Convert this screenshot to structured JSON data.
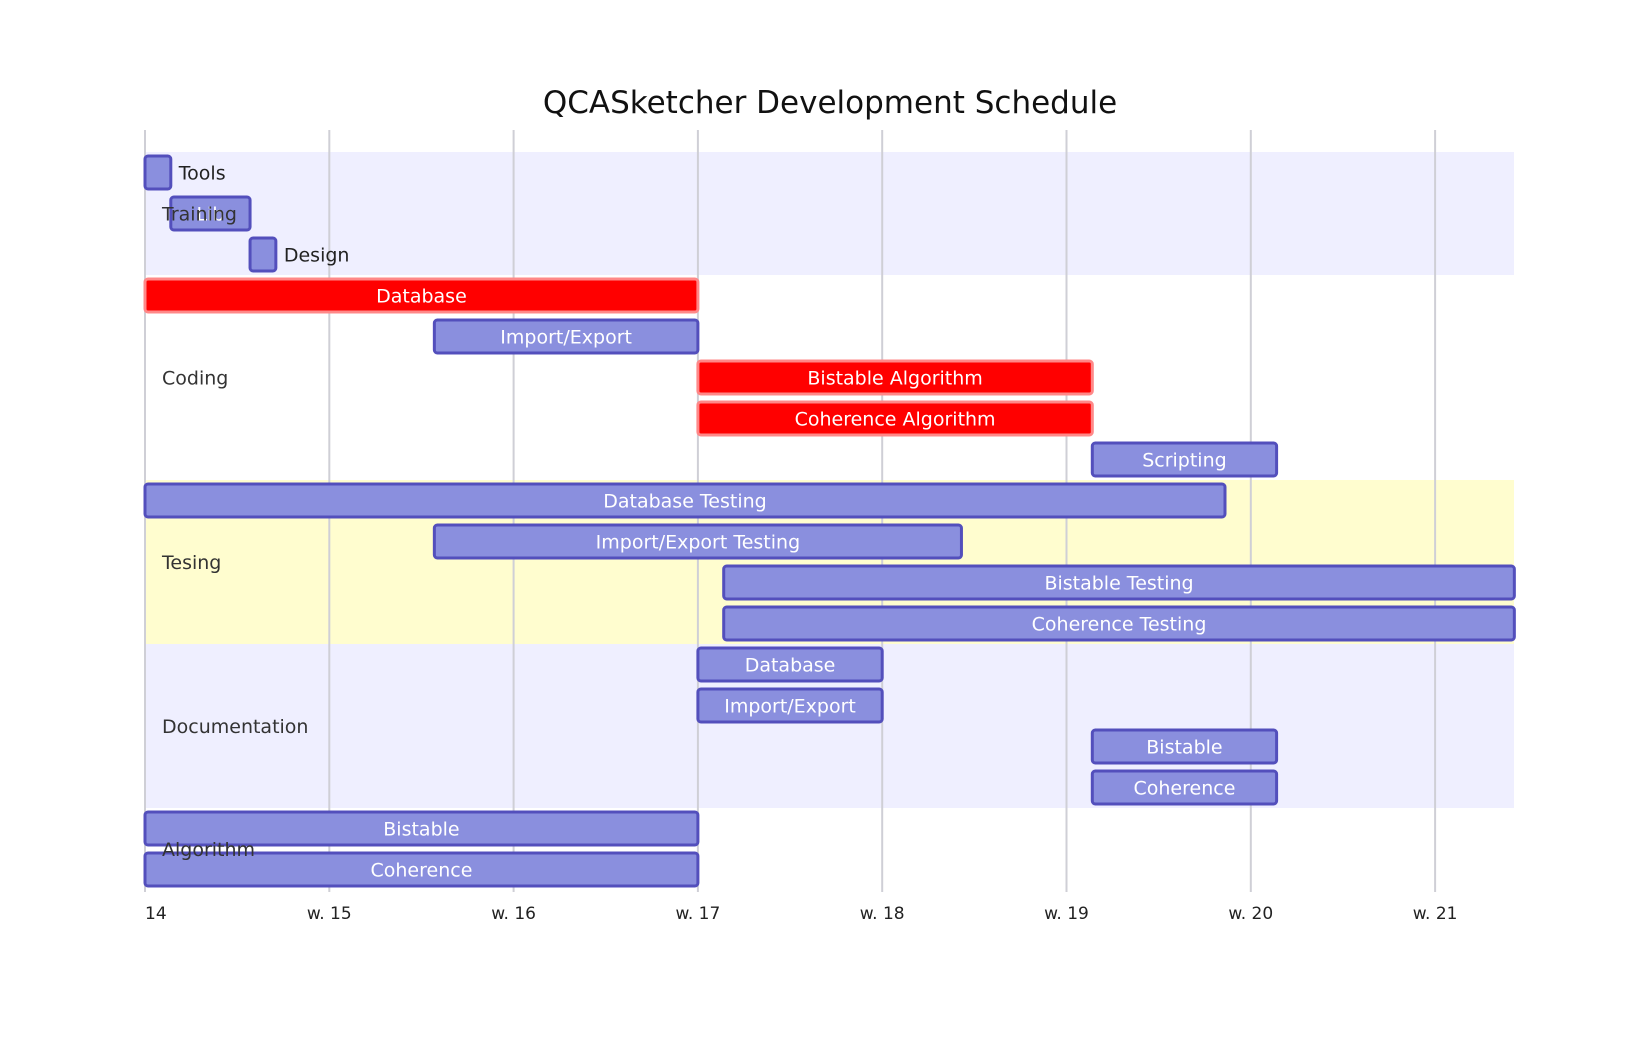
{
  "chart_data": {
    "type": "gantt",
    "title": "QCASketcher Development Schedule",
    "x_axis": {
      "unit": "week",
      "range": [
        14.0,
        21.43
      ],
      "ticks": [
        {
          "value": 14,
          "label": "14"
        },
        {
          "value": 15,
          "label": "w. 15"
        },
        {
          "value": 16,
          "label": "w. 16"
        },
        {
          "value": 17,
          "label": "w. 17"
        },
        {
          "value": 18,
          "label": "w. 18"
        },
        {
          "value": 19,
          "label": "w. 19"
        },
        {
          "value": 20,
          "label": "w. 20"
        },
        {
          "value": 21,
          "label": "w. 21"
        }
      ],
      "grid": true
    },
    "sections": [
      {
        "name": "Training",
        "color": "#efefff",
        "tasks": [
          {
            "label": "Tools",
            "start": 14.0,
            "end": 14.14,
            "critical": false,
            "label_position": "outside"
          },
          {
            "label": "Lib",
            "start": 14.14,
            "end": 14.57,
            "critical": false,
            "label_position": "inside"
          },
          {
            "label": "Design",
            "start": 14.57,
            "end": 14.71,
            "critical": false,
            "label_position": "outside"
          }
        ]
      },
      {
        "name": "Coding",
        "color": "#ffffff",
        "tasks": [
          {
            "label": "Database",
            "start": 14.0,
            "end": 17.0,
            "critical": true,
            "label_position": "inside"
          },
          {
            "label": "Import/Export",
            "start": 15.57,
            "end": 17.0,
            "critical": false,
            "label_position": "inside"
          },
          {
            "label": "Bistable Algorithm",
            "start": 17.0,
            "end": 19.14,
            "critical": true,
            "label_position": "inside"
          },
          {
            "label": "Coherence Algorithm",
            "start": 17.0,
            "end": 19.14,
            "critical": true,
            "label_position": "inside"
          },
          {
            "label": "Scripting",
            "start": 19.14,
            "end": 20.14,
            "critical": false,
            "label_position": "inside"
          }
        ]
      },
      {
        "name": "Tesing",
        "color": "#fffdcf",
        "tasks": [
          {
            "label": "Database Testing",
            "start": 14.0,
            "end": 19.86,
            "critical": false,
            "label_position": "inside"
          },
          {
            "label": "Import/Export Testing",
            "start": 15.57,
            "end": 18.43,
            "critical": false,
            "label_position": "inside"
          },
          {
            "label": "Bistable Testing",
            "start": 17.14,
            "end": 21.43,
            "critical": false,
            "label_position": "inside"
          },
          {
            "label": "Coherence Testing",
            "start": 17.14,
            "end": 21.43,
            "critical": false,
            "label_position": "inside"
          }
        ]
      },
      {
        "name": "Documentation",
        "color": "#efefff",
        "tasks": [
          {
            "label": "Database",
            "start": 17.0,
            "end": 18.0,
            "critical": false,
            "label_position": "inside"
          },
          {
            "label": "Import/Export",
            "start": 17.0,
            "end": 18.0,
            "critical": false,
            "label_position": "inside"
          },
          {
            "label": "Bistable",
            "start": 19.14,
            "end": 20.14,
            "critical": false,
            "label_position": "inside"
          },
          {
            "label": "Coherence",
            "start": 19.14,
            "end": 20.14,
            "critical": false,
            "label_position": "inside"
          }
        ]
      },
      {
        "name": "Algorithm",
        "color": "#ffffff",
        "tasks": [
          {
            "label": "Bistable",
            "start": 14.0,
            "end": 17.0,
            "critical": false,
            "label_position": "inside"
          },
          {
            "label": "Coherence",
            "start": 14.0,
            "end": 17.0,
            "critical": false,
            "label_position": "inside"
          }
        ]
      }
    ],
    "colors": {
      "task_fill": "#8a8fde",
      "task_stroke": "#534fbc",
      "critical_fill": "#ff0000",
      "critical_stroke": "#ff8888"
    }
  }
}
